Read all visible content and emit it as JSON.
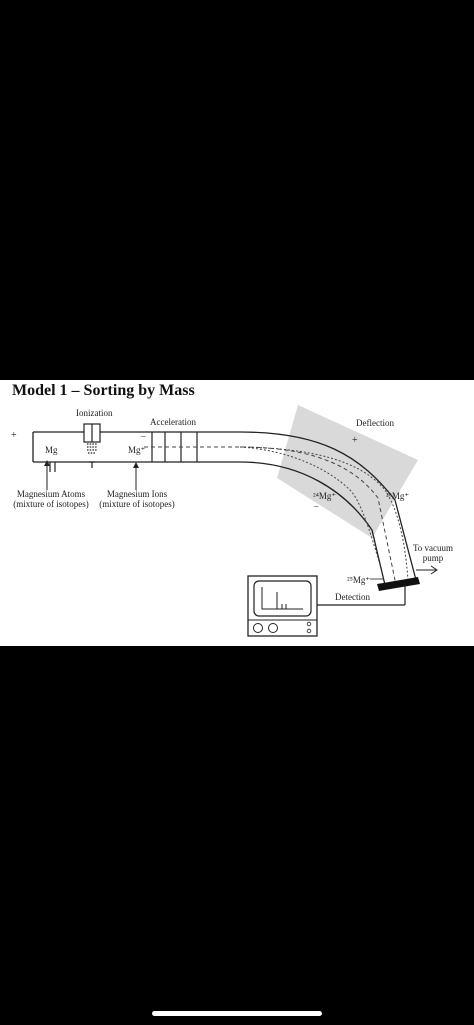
{
  "title": "Model 1 – Sorting by Mass",
  "labels": {
    "ionization": "Ionization",
    "acceleration": "Acceleration",
    "deflection": "Deflection",
    "detection": "Detection",
    "plus_left": "+",
    "minus_accel": "–",
    "plus_deflection": "+",
    "minus_deflection": "–",
    "mg_atom": "Mg",
    "mg_ion": "Mg⁺",
    "mg24": "²⁴Mg⁺",
    "mg25": "²⁵Mg⁺",
    "mg26": "²⁶Mg⁺",
    "magnesium_atoms": "Magnesium Atoms",
    "magnesium_atoms_sub": "(mixture of isotopes)",
    "magnesium_ions": "Magnesium Ions",
    "magnesium_ions_sub": "(mixture of isotopes)",
    "vacuum_line1": "To vacuum",
    "vacuum_line2": "pump"
  },
  "colors": {
    "deflection_zone": "#d9d9d9",
    "line": "#222222",
    "background": "#000000",
    "panel": "#ffffff"
  }
}
